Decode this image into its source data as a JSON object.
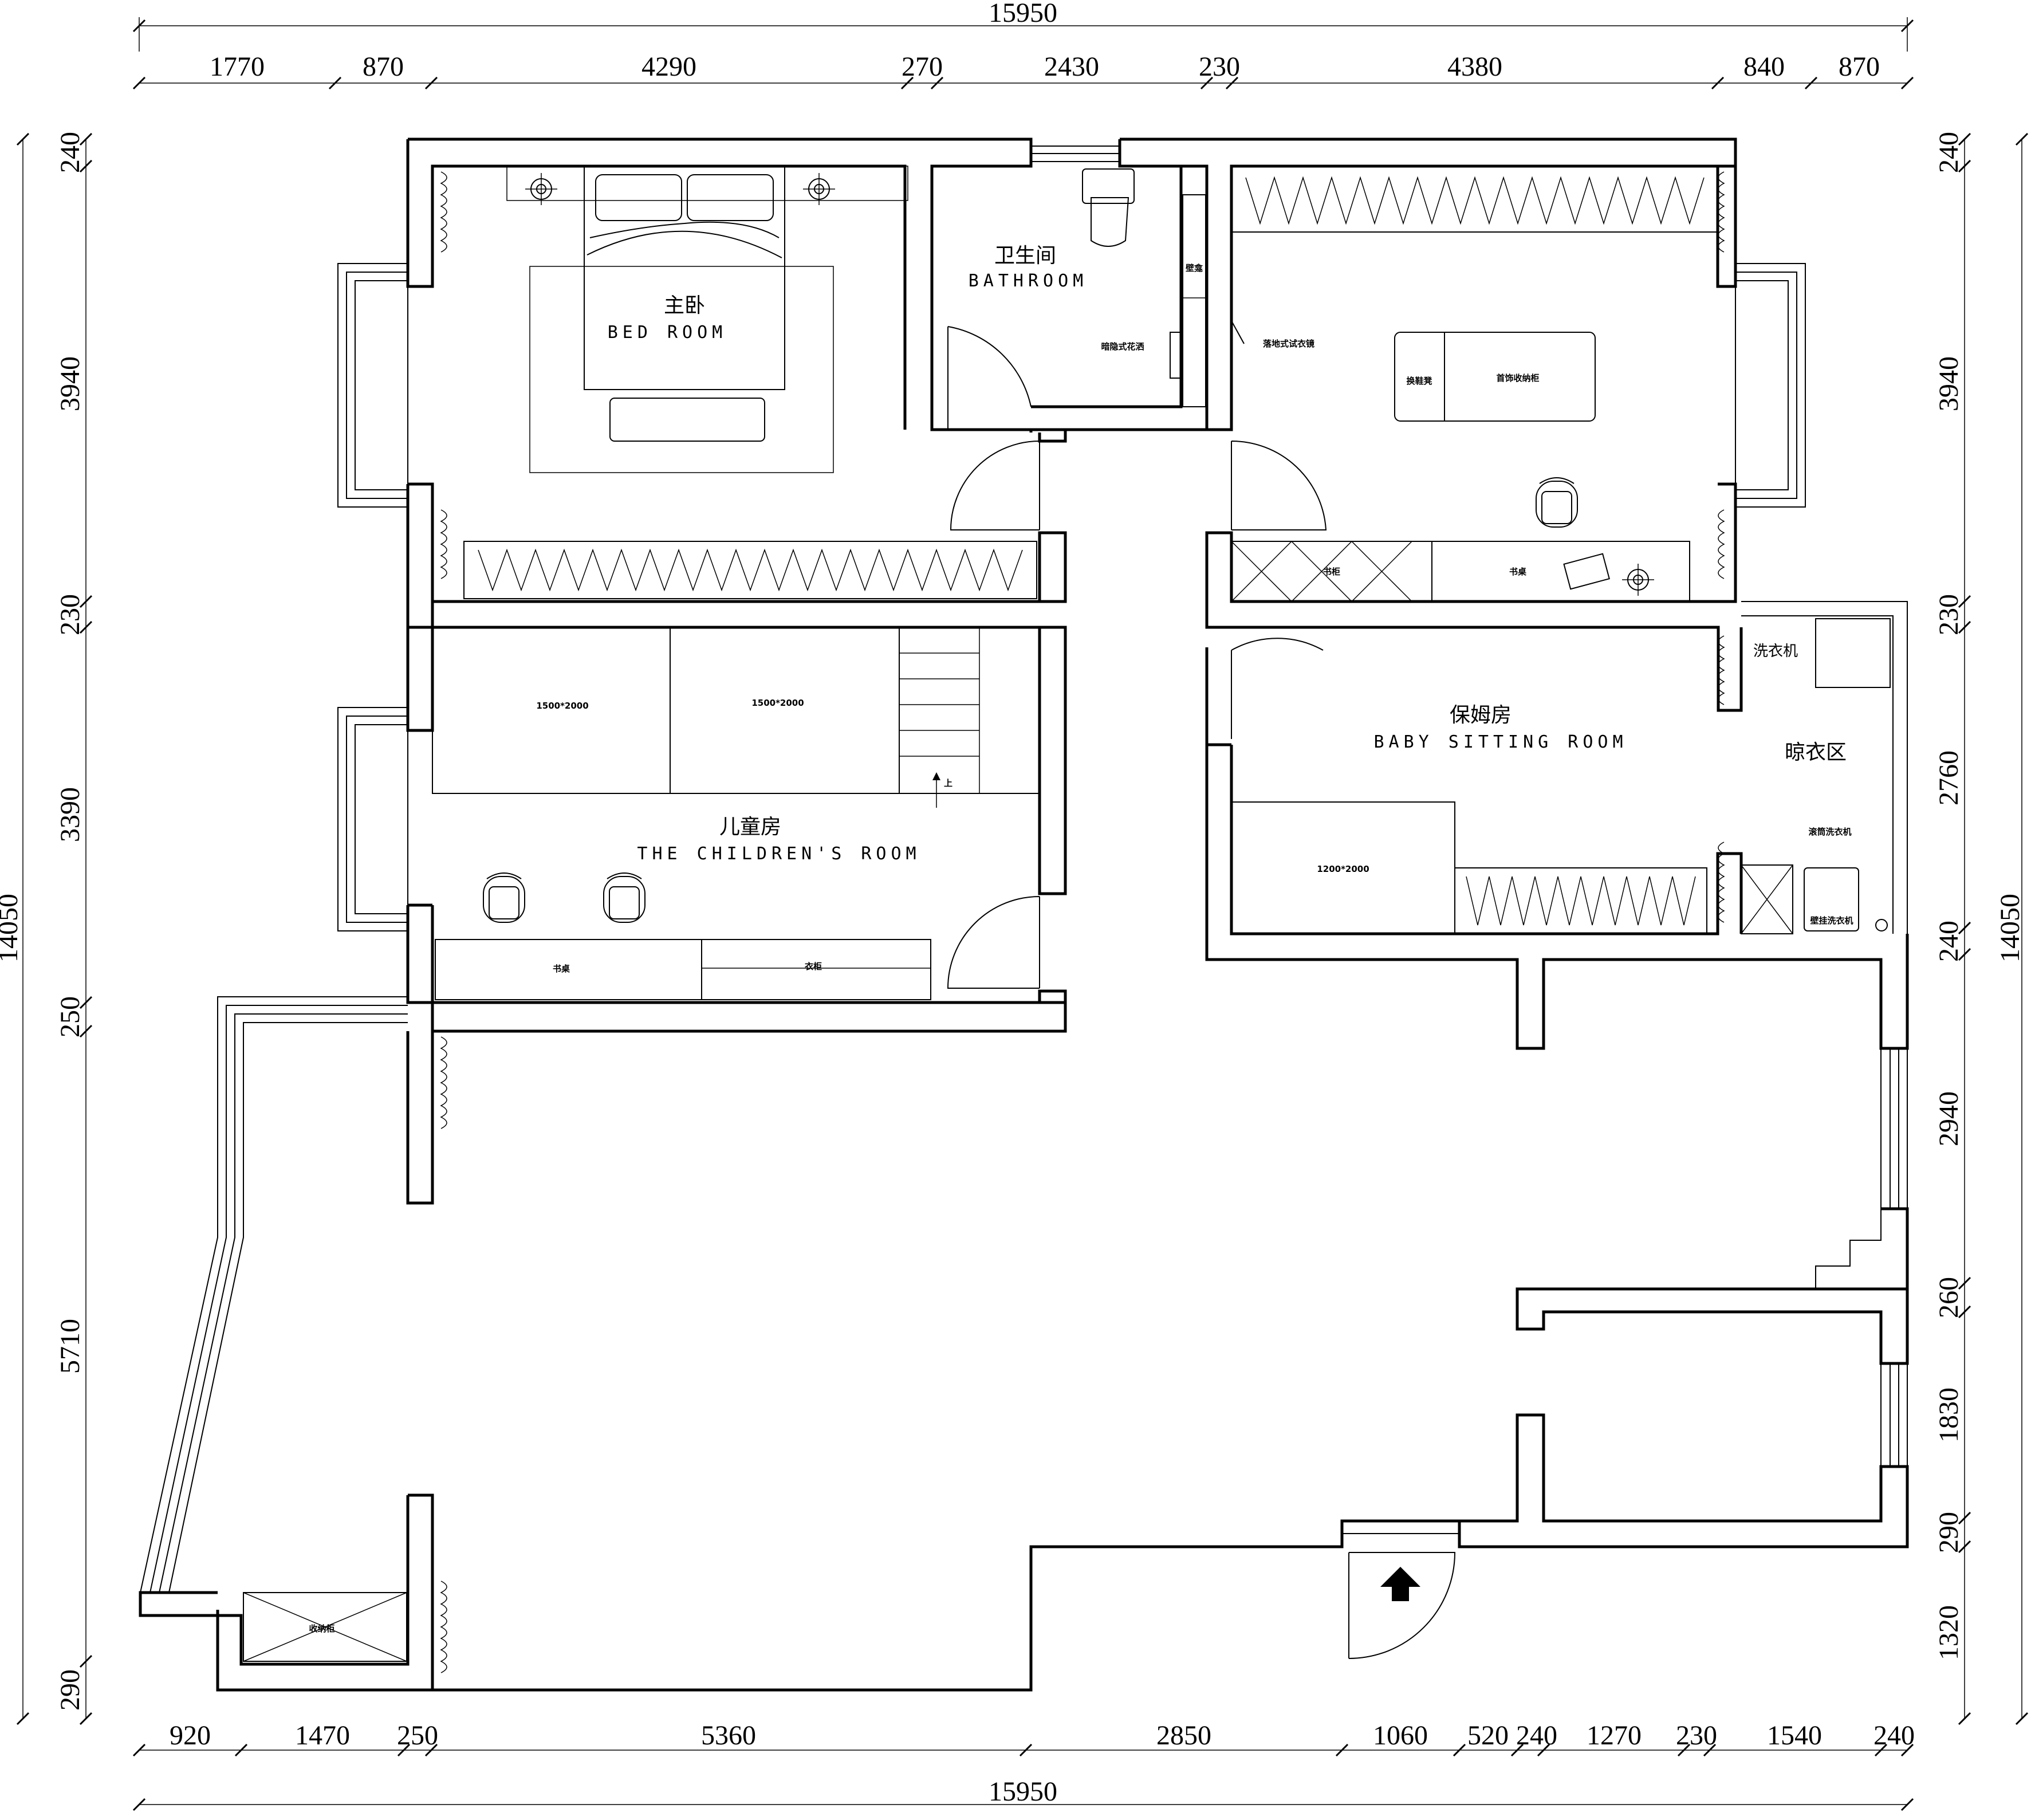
{
  "dimensions": {
    "top_total": "15950",
    "top": [
      "1770",
      "870",
      "4290",
      "270",
      "2430",
      "230",
      "4380",
      "840",
      "870"
    ],
    "bottom_total": "15950",
    "bottom": [
      "920",
      "1470",
      "250",
      "5360",
      "2850",
      "1060",
      "520",
      "240",
      "1270",
      "230",
      "1540",
      "240"
    ],
    "left_total": "14050",
    "left": [
      "240",
      "3940",
      "230",
      "3390",
      "250",
      "5710",
      "290"
    ],
    "right_total": "14050",
    "right": [
      "240",
      "3940",
      "230",
      "2760",
      "240",
      "2940",
      "260",
      "1830",
      "290",
      "1320"
    ]
  },
  "rooms": {
    "master": {
      "cn": "主卧",
      "en": "BED  ROOM"
    },
    "bath": {
      "cn": "卫生间",
      "en": "BATHROOM"
    },
    "children": {
      "cn": "儿童房",
      "en": "THE CHILDREN'S ROOM"
    },
    "nanny": {
      "cn": "保姆房",
      "en": "BABY SITTING ROOM"
    },
    "drying": {
      "cn": "晾衣区"
    }
  },
  "furniture": {
    "bed1": "1500*2000",
    "bed2": "1500*2000",
    "bed3": "1200*2000",
    "stairs": "上",
    "desk1": "书桌",
    "wardrobe1": "衣柜",
    "bookcase": "书柜",
    "desk2": "书桌",
    "washer": "洗衣机",
    "drum_washer": "滚筒洗衣机",
    "wall_washer": "壁挂洗衣机",
    "storage": "收纳柜",
    "shoe_bench": "换鞋凳",
    "jewelry": "首饰收纳柜",
    "mirror": "落地式试衣镜",
    "shower": "暗隐式花洒",
    "niche": "壁龛"
  }
}
